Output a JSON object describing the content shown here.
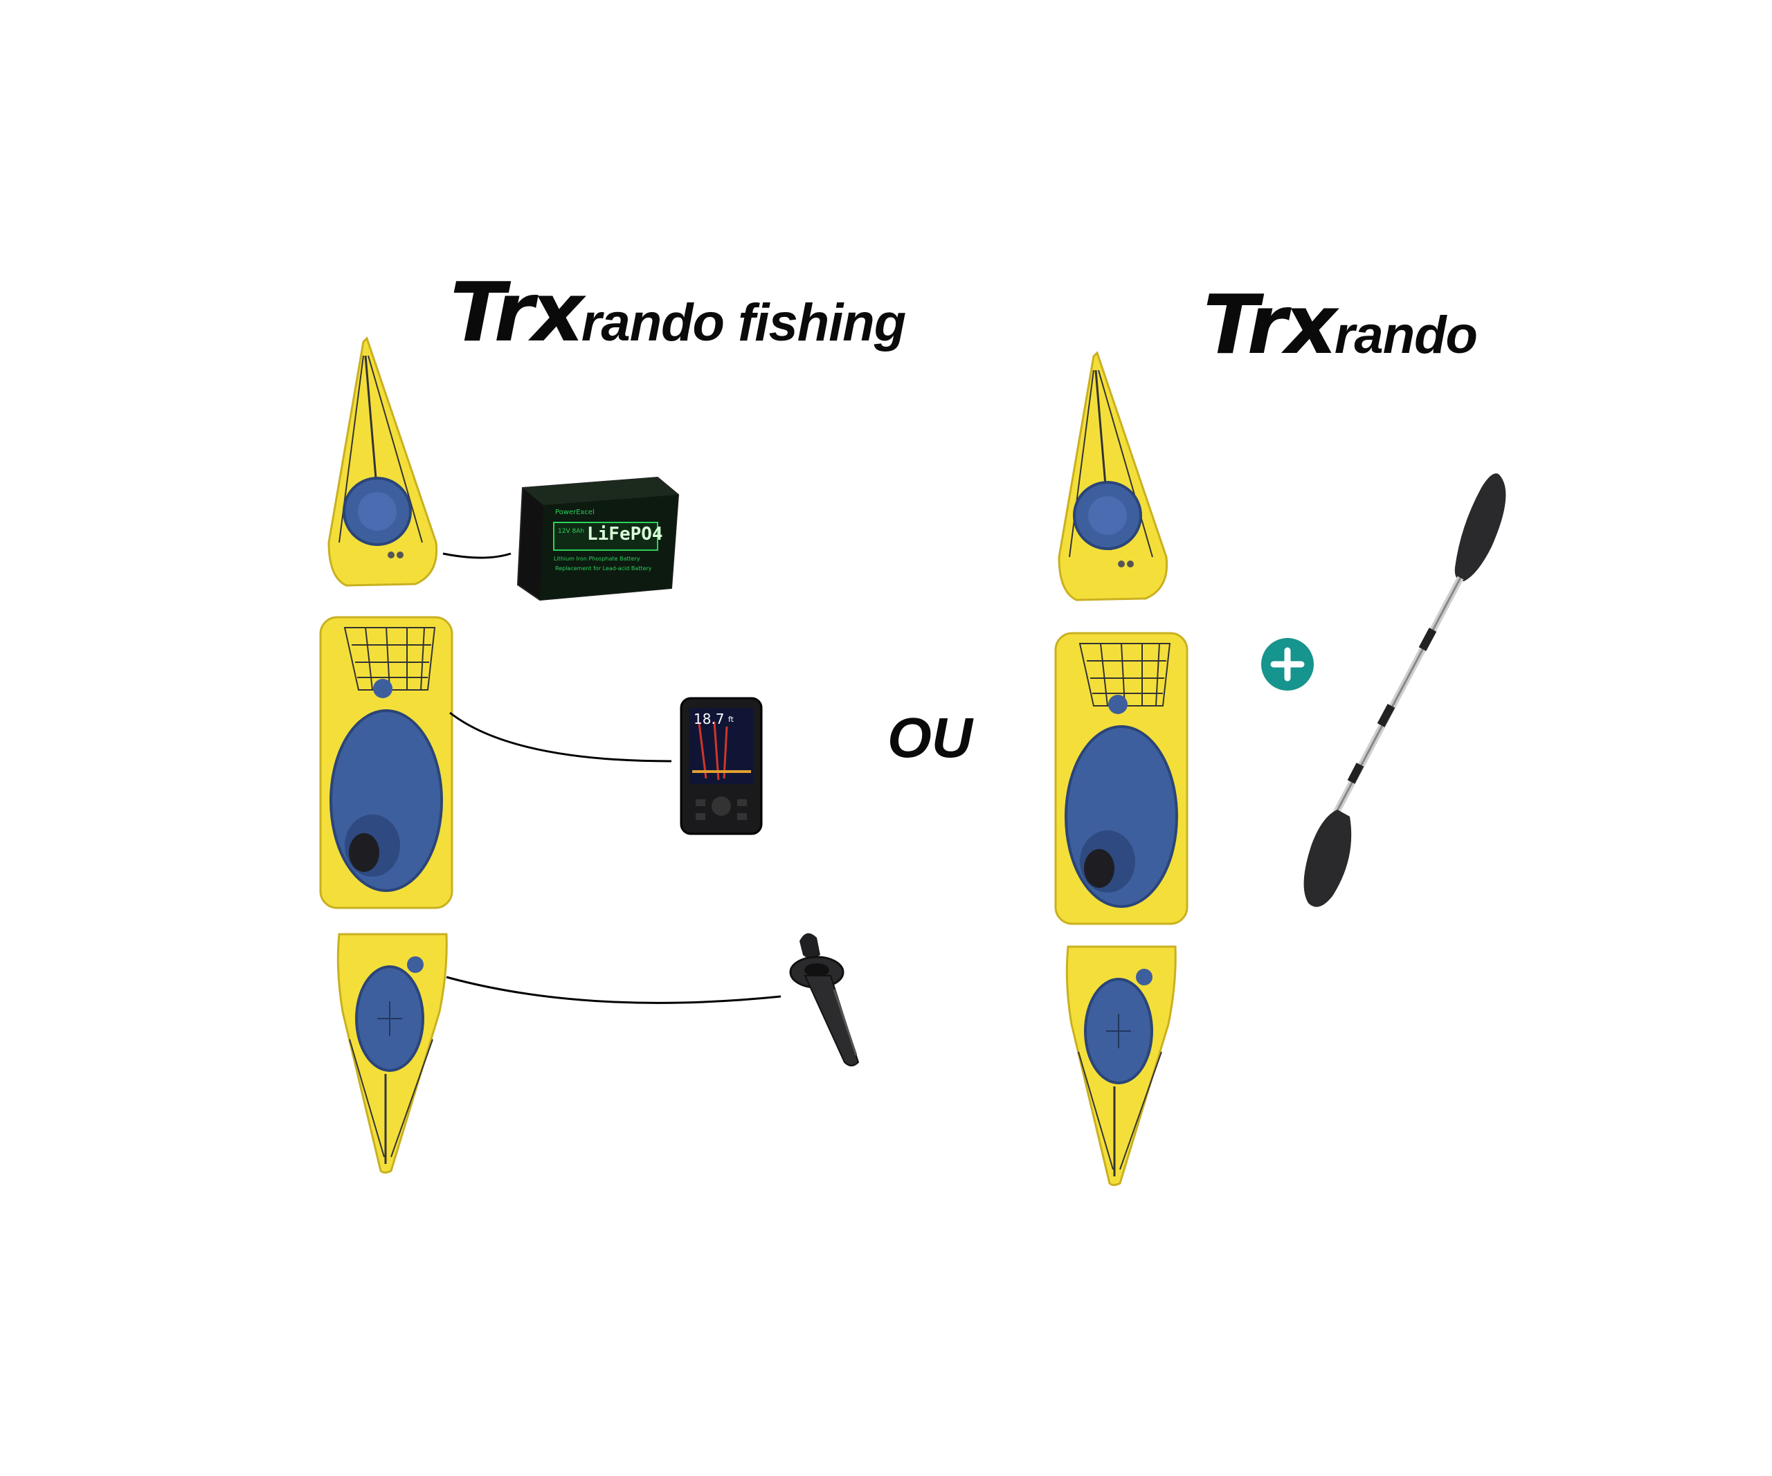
{
  "left_title": {
    "logo": "Trx",
    "model": "rando fishing"
  },
  "right_title": {
    "logo": "Trx",
    "model": "rando"
  },
  "separator": "OU",
  "battery": {
    "brand": "PowerExcel",
    "chemistry": "LiFePO4",
    "badge": "12V 8Ah",
    "line1": "Lithium Iron Phosphate Battery",
    "line2": "Replacement for Lead-acid Battery"
  },
  "fishfinder": {
    "reading": "18.7",
    "sub": "ft"
  },
  "colors": {
    "hull_yellow": "#f4df3a",
    "deck_blue": "#3e5f9e",
    "plus_teal": "#16948e",
    "ink": "#0a0a0a"
  },
  "icons": [
    "plus-icon",
    "paddle-icon",
    "rod-holder-icon",
    "battery-icon",
    "fishfinder-icon"
  ]
}
